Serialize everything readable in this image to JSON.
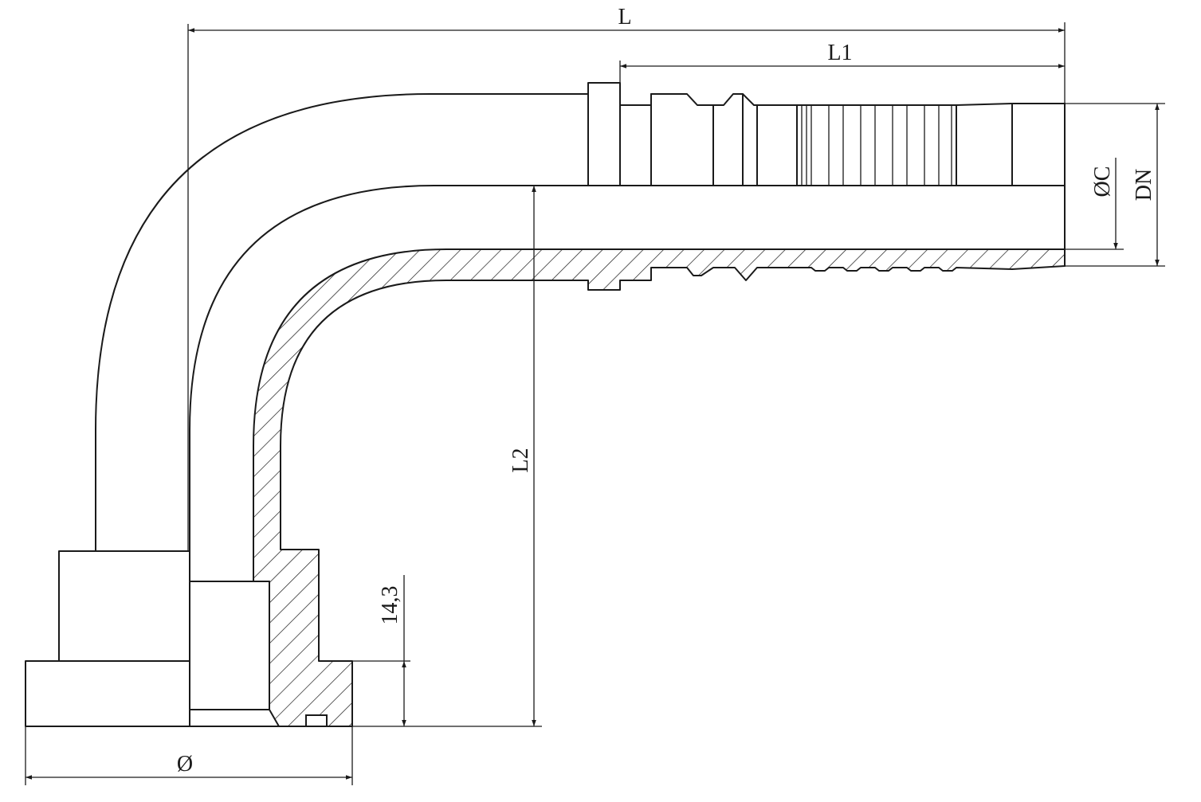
{
  "labels": {
    "length_total": "L",
    "length_fitting": "L1",
    "length_drop": "L2",
    "bore_diameter": "ØC",
    "nominal_diameter": "DN",
    "flange_height": "14,3",
    "flange_diameter": "Ø"
  },
  "colors": {
    "line": "#1a1a1a",
    "background": "#ffffff"
  }
}
